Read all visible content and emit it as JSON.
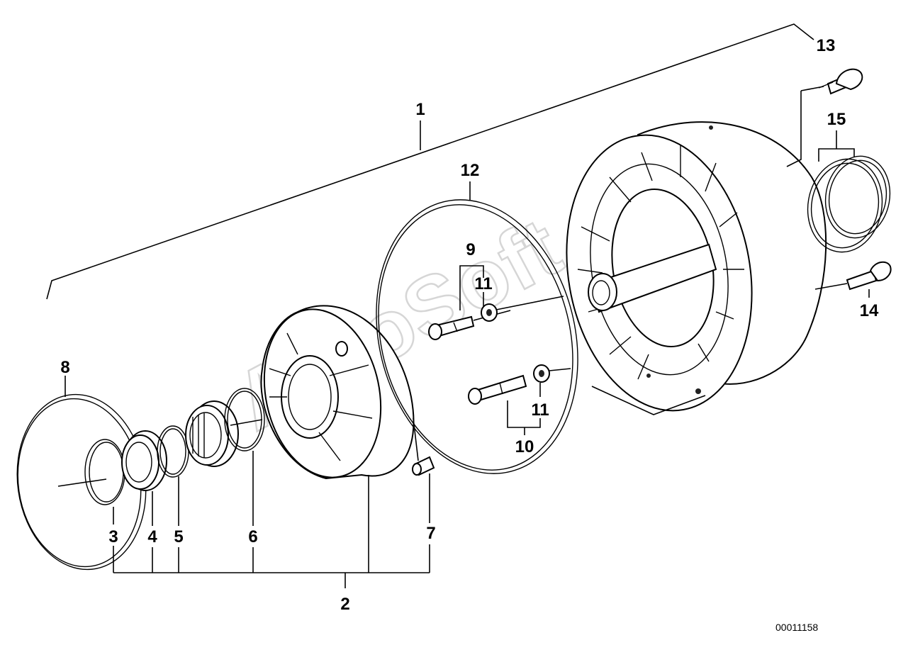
{
  "diagram": {
    "document_number": "00011158",
    "watermark": "AutoSoft",
    "callouts": [
      {
        "id": "1",
        "part": "pump-assembly"
      },
      {
        "id": "2",
        "part": "pump-body-kit"
      },
      {
        "id": "3",
        "part": "snap-ring"
      },
      {
        "id": "4",
        "part": "shaft-seal"
      },
      {
        "id": "5",
        "part": "o-ring-small"
      },
      {
        "id": "6",
        "part": "o-ring-medium"
      },
      {
        "id": "7",
        "part": "dowel-pin"
      },
      {
        "id": "8",
        "part": "gasket-ring"
      },
      {
        "id": "9",
        "part": "socket-head-screw"
      },
      {
        "id": "10",
        "part": "socket-head-screw-long"
      },
      {
        "id": "11",
        "part": "washer"
      },
      {
        "id": "11",
        "part": "washer"
      },
      {
        "id": "12",
        "part": "large-gasket"
      },
      {
        "id": "13",
        "part": "hex-bolt-long"
      },
      {
        "id": "14",
        "part": "hex-bolt"
      },
      {
        "id": "15",
        "part": "seal-rings"
      }
    ]
  }
}
